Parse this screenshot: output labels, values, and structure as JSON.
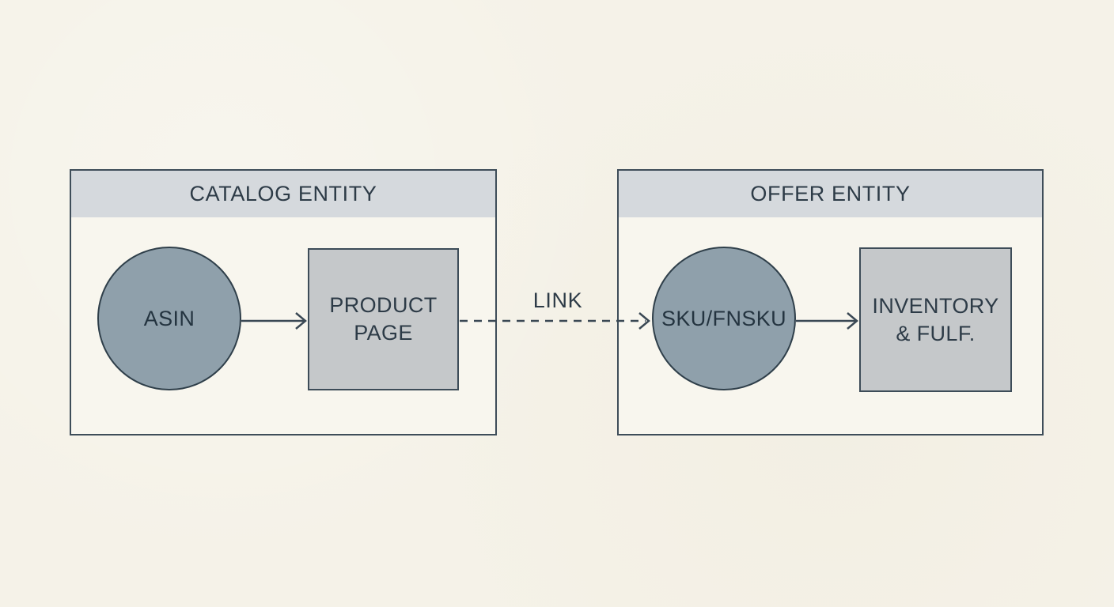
{
  "colors": {
    "page_background": "#f5f2e8",
    "box_background": "#f8f6ee",
    "header_strip": "#d5d9dd",
    "circle_fill": "#8fa0ab",
    "square_fill": "#c5c8ca",
    "border": "#3e4d59",
    "text": "#2d3b47",
    "arrow": "#3a4854"
  },
  "catalog_entity": {
    "title": "CATALOG ENTITY",
    "asin_label": "ASIN",
    "product_page_line1": "PRODUCT",
    "product_page_line2": "PAGE"
  },
  "offer_entity": {
    "title": "OFFER ENTITY",
    "sku_label": "SKU/FNSKU",
    "inventory_line1": "INVENTORY",
    "inventory_line2": "& FULF."
  },
  "connections": {
    "link_label": "LINK"
  }
}
